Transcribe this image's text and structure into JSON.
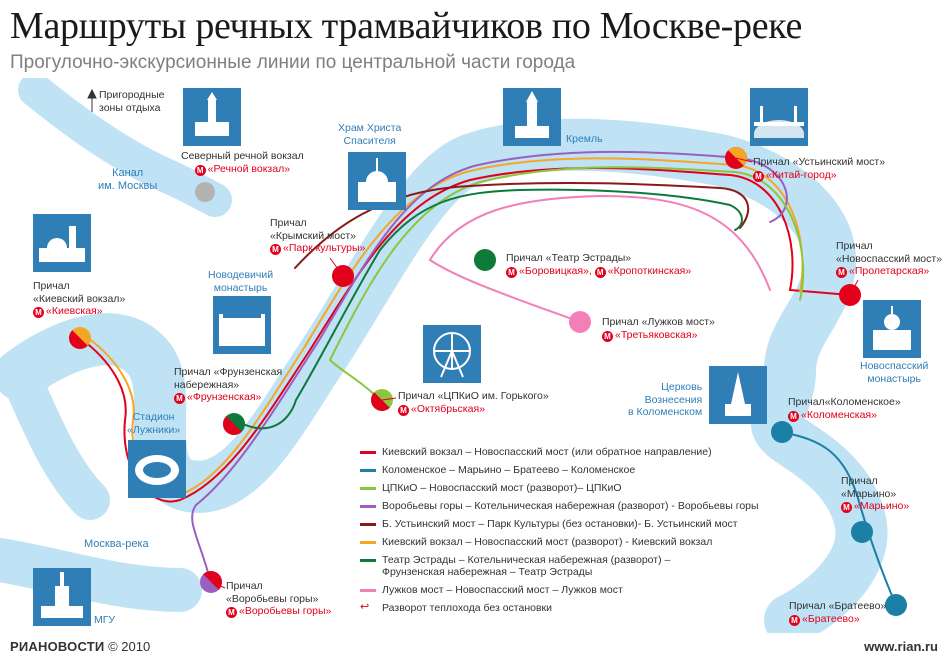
{
  "header": {
    "title": "Маршруты речных трамвайчиков по Москве-реке",
    "subtitle": "Прогулочно-экскурсионные линии по центральной части города"
  },
  "colors": {
    "river": "#bfe2f4",
    "icon_bg": "#2f7fb6",
    "metro": "#e2001a",
    "label_blue": "#2f7fb6"
  },
  "map_labels": {
    "suburban": "Пригородные\nзоны отдыха",
    "canal": "Канал\nим. Москвы",
    "river": "Москва-река",
    "cathedral": "Храм Христа\nСпасителя",
    "kremlin": "Кремль",
    "novodevichy": "Новодевичий\nмонастырь",
    "luzhniki": "Стадион\n«Лужники»",
    "novospassky_monastery": "Новоспасский\nмонастырь",
    "kolomenskoye_church": "Церковь\nВознесения\nв Коломенском",
    "mgu": "МГУ"
  },
  "piers": [
    {
      "id": "rechnoy",
      "name": "Северный речной вокзал",
      "metro": "«Речной вокзал»"
    },
    {
      "id": "kievsky",
      "name": "Причал\n«Киевский вокзал»",
      "metro": "«Киевская»"
    },
    {
      "id": "krymsky",
      "name": "Причал\n«Крымский мост»",
      "metro": "«Парк культуры»"
    },
    {
      "id": "frunzenskaya",
      "name": "Причал «Фрунзенская\nнабережная»",
      "metro": "«Фрунзенская»"
    },
    {
      "id": "vorobyovy",
      "name": "Причал\n«Воробьевы горы»",
      "metro": "«Воробьевы горы»"
    },
    {
      "id": "tsentr",
      "name": "Причал «ЦПКиО им. Горького»",
      "metro": "«Октябрьская»"
    },
    {
      "id": "estrada",
      "name": "Причал «Театр Эстрады»",
      "metro": "«Боровицкая»,",
      "metro2": "«Кропоткинская»"
    },
    {
      "id": "luzhkov",
      "name": "Причал «Лужков мост»",
      "metro": "«Третьяковская»"
    },
    {
      "id": "ustinsky",
      "name": "Причал «Устьинский мост»",
      "metro": "«Китай-город»"
    },
    {
      "id": "novospassky",
      "name": "Причал\n«Новоспасский мост»",
      "metro": "«Пролетарская»"
    },
    {
      "id": "kolomenskoye",
      "name": "Причал«Коломенское»",
      "metro": "«Коломенская»"
    },
    {
      "id": "maryino",
      "name": "Причал\n«Марьино»",
      "metro": "«Марьино»"
    },
    {
      "id": "brateevo",
      "name": "Причал «Братеево»",
      "metro": "«Братеево»"
    }
  ],
  "legend": [
    {
      "color": "#e2001a",
      "text": "Киевский вокзал – Новоспасский мост (или обратное направление)"
    },
    {
      "color": "#1b7fa6",
      "text": "Коломенское – Марьино – Братеево – Коломенское"
    },
    {
      "color": "#8cc63f",
      "text": "ЦПКиО – Новоспасский мост (разворот)– ЦПКиО"
    },
    {
      "color": "#9b5fc0",
      "text": "Воробьевы горы – Котельническая набережная (разворот) - Воробьевы горы"
    },
    {
      "color": "#8a1a1a",
      "text": "Б. Устьинский мост – Парк Культуры (без остановки)- Б. Устьинский мост"
    },
    {
      "color": "#f5a623",
      "text": "Киевский вокзал – Новоспасский мост (разворот) - Киевский вокзал"
    },
    {
      "color": "#0e7a3a",
      "text": "Театр Эстрады – Котельническая набережная (разворот) – Фрунзенская набережная – Театр Эстрады"
    },
    {
      "color": "#f27fb8",
      "text": "Лужков мост – Новоспасский мост – Лужков мост"
    },
    {
      "color": "#e2001a",
      "text": "Разворот теплохода без остановки",
      "turn": true
    }
  ],
  "footer": {
    "logo": "РИАНОВОСТИ",
    "copyright": "© 2010",
    "site": "www.rian.ru"
  }
}
